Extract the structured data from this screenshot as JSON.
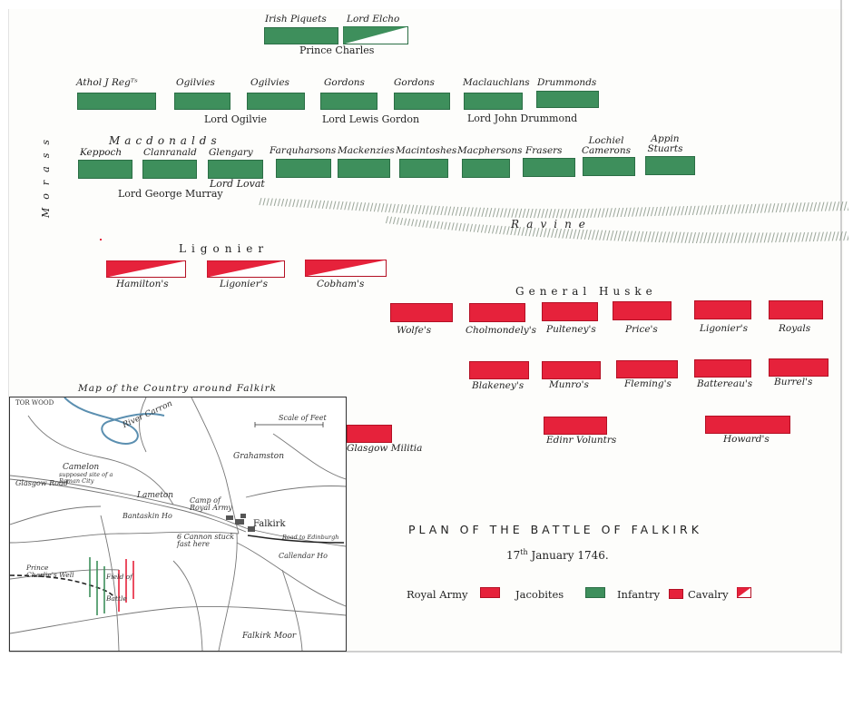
{
  "jacobite_first_line": {
    "irish_piquets": "Irish Piquets",
    "lord_elcho": "Lord Elcho",
    "prince_charles": "Prince  Charles"
  },
  "jacobite_second_line": {
    "units": [
      "Athol J Regᵀˢ",
      "Ogilvies",
      "Ogilvies",
      "Gordons",
      "Gordons",
      "Maclauchlans",
      "Drummonds"
    ],
    "commanders": [
      "Lord Ogilvie",
      "Lord Lewis Gordon",
      "Lord John Drummond"
    ]
  },
  "jacobite_third_line": {
    "group": "Macdonalds",
    "units": [
      "Keppoch",
      "Clanranald",
      "Glengary",
      "Farquharsons",
      "Mackenzies",
      "Macintoshes",
      "Macphersons",
      "Frasers",
      "Lochiel Camerons",
      "Appin Stuarts"
    ],
    "commanders": [
      "Lord George Murray",
      "Lord Lovat"
    ]
  },
  "terrain": {
    "morass": "Morass",
    "ravine": "Ravine"
  },
  "cavalry_line": {
    "commander": "Ligonier",
    "units": [
      "Hamilton's",
      "Ligonier's",
      "Cobham's"
    ]
  },
  "royal_infantry": {
    "commander": "General   Huske",
    "front": [
      "Wolfe's",
      "Cholmondely's",
      "Pulteney's",
      "Price's",
      "Ligonier's",
      "Royals"
    ],
    "rear": [
      "Blakeney's",
      "Munro's",
      "Fleming's",
      "Battereau's",
      "Burrel's"
    ],
    "reserve": [
      "Glasgow Militia",
      "Edinr Voluntrs",
      "Howard's"
    ]
  },
  "inset": {
    "title": "Map of the Country around Falkirk",
    "labels": {
      "torwood": "TOR WOOD",
      "river_carron": "River Carron",
      "scale": "Scale of Feet",
      "grahamston": "Grahamston",
      "camelon": "Camelon",
      "camelon_note": "supposed site of a Roman City",
      "glasgow_road": "Glasgow Road",
      "laurieston": "Lameton",
      "bantaskin": "Bantaskin Ho",
      "camp": "Camp of Royal Army",
      "falkirk": "Falkirk",
      "road_edinburgh": "Road to Edinburgh",
      "cannon": "6 Cannon stuck fast here",
      "callendar": "Callendar Ho",
      "prince_well": "Prince Charlie's Well",
      "field_of_battle": "Field of Battle",
      "falkirk_moor": "Falkirk Moor"
    }
  },
  "title_block": {
    "title": "PLAN OF THE BATTLE OF FALKIRK",
    "date_day": "17",
    "date_suffix": "th",
    "date_rest": " January 1746."
  },
  "legend": {
    "royal_army": "Royal Army",
    "jacobites": "Jacobites",
    "infantry": "Infantry",
    "cavalry": "Cavalry"
  },
  "colors": {
    "jacobite_green": "#3e8f5c",
    "royal_red": "#e6223b"
  }
}
